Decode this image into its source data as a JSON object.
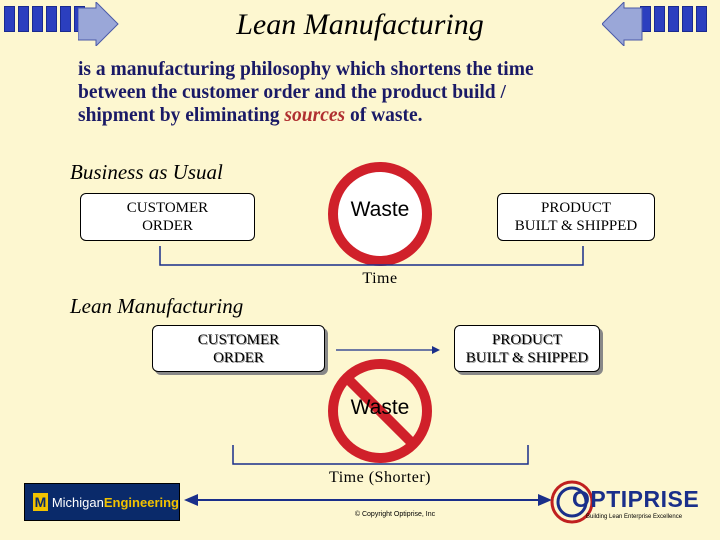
{
  "title": "Lean Manufacturing",
  "intro": {
    "line1": "is a manufacturing philosophy which shortens the time",
    "line2": "between the customer order and the product build /",
    "line3_before": "shipment by eliminating ",
    "line3_highlight": "sources",
    "line3_after": " of waste."
  },
  "business_as_usual": {
    "heading": "Business as Usual",
    "customer_order": [
      "CUSTOMER",
      "ORDER"
    ],
    "waste": "Waste",
    "product": [
      "PRODUCT",
      "BUILT & SHIPPED"
    ],
    "time": "Time"
  },
  "lean": {
    "heading": "Lean Manufacturing",
    "customer_order": [
      "CUSTOMER",
      "ORDER"
    ],
    "product": [
      "PRODUCT",
      "BUILT & SHIPPED"
    ],
    "waste": "Waste",
    "time": "Time (Shorter)"
  },
  "footer": {
    "left_logo": {
      "michigan": "Michigan",
      "engineering": "Engineering"
    },
    "copyright": "© Copyright Optiprise, Inc",
    "right_logo": {
      "name": "OPTIPRISE",
      "tagline": "Building Lean Enterprise Excellence"
    }
  },
  "colors": {
    "background": "#fdf7d0",
    "intro_text": "#1a1a66",
    "highlight": "#b03030",
    "no_symbol": "#d0202a",
    "header_squares": "#2b3fbf"
  },
  "icons": {
    "header_left": "right-arrow-icon",
    "header_right": "left-arrow-icon",
    "waste_ban": "prohibited-icon"
  }
}
